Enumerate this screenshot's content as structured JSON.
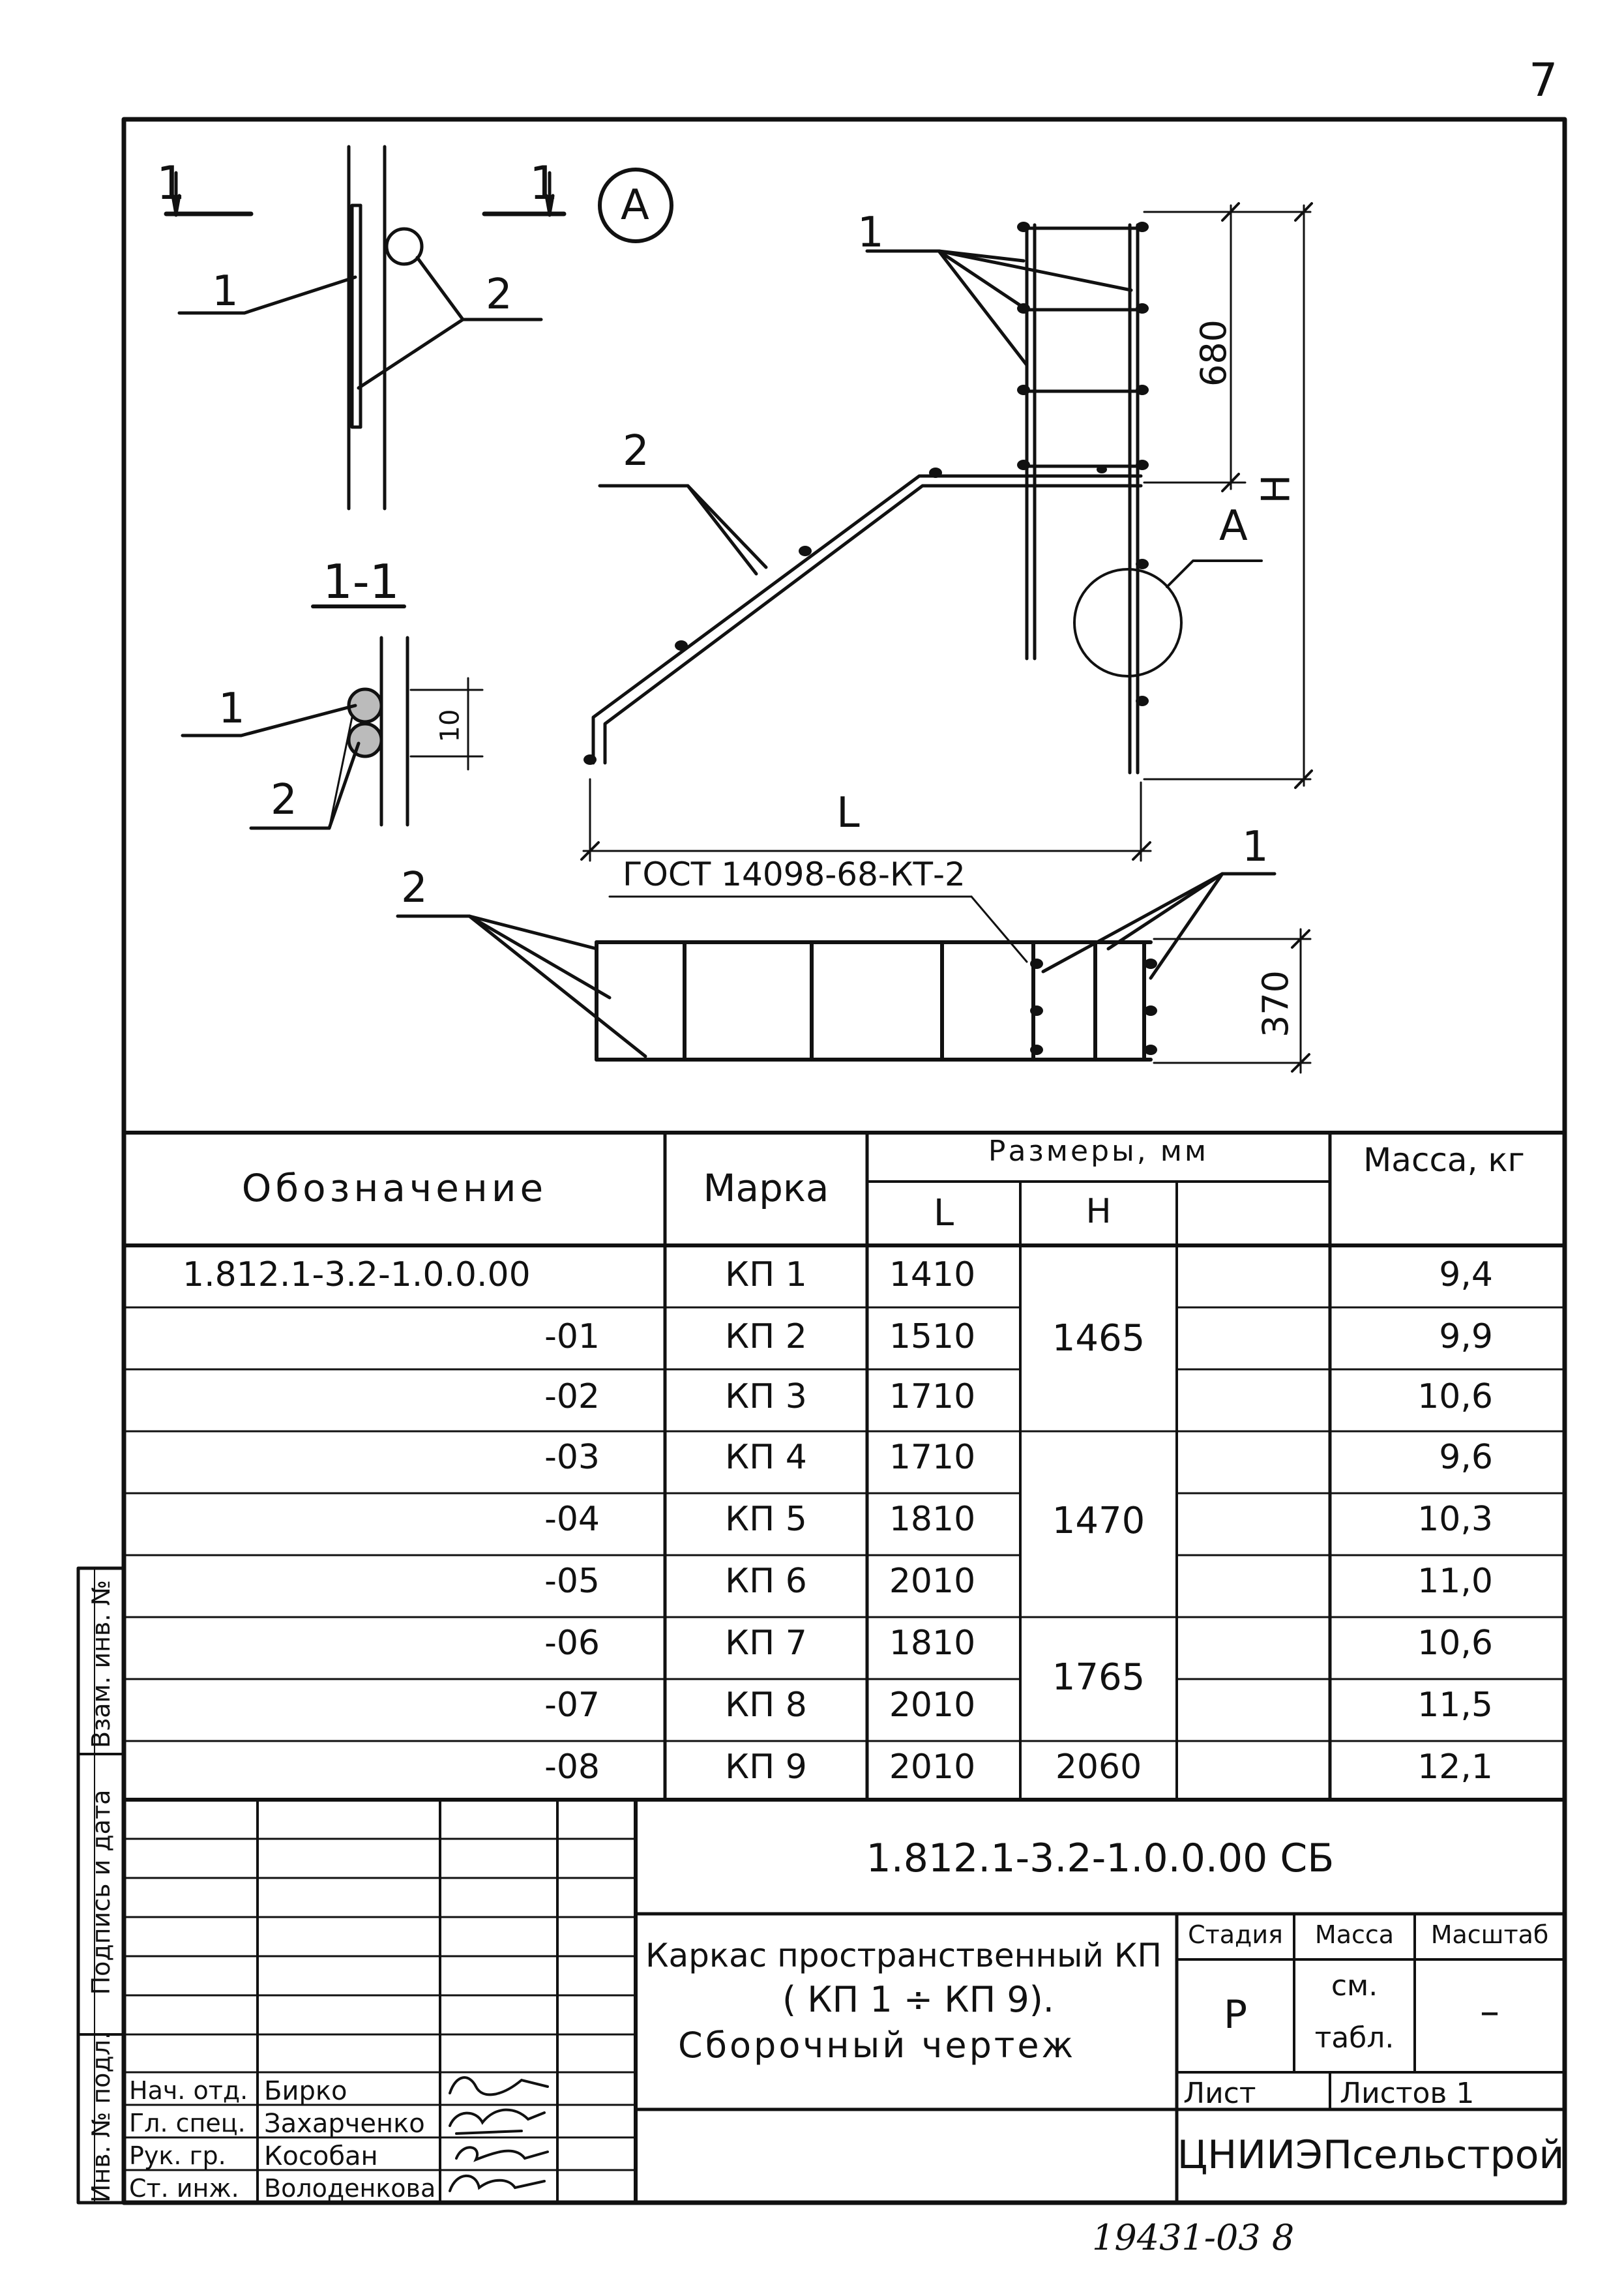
{
  "page_number": "7",
  "drawing": {
    "section_mark_left": "1",
    "section_mark_right": "1",
    "detail_circle": "A",
    "detail_leader": "А",
    "section_title": "1-1",
    "callout_1": "1",
    "callout_2": "2",
    "dim_10": "10",
    "dim_680": "680",
    "dim_H": "H",
    "dim_L": "L",
    "dim_370": "370",
    "gost_note": "ГОСТ 14098-68-КТ-2"
  },
  "table": {
    "header_designation": "Обозначение",
    "header_mark": "Марка",
    "header_sizes": "Размеры, мм",
    "header_L": "L",
    "header_H": "H",
    "header_mass": "Масса, кг",
    "rows": [
      {
        "designation": "1.812.1-3.2-1.0.0.00",
        "mark": "КП 1",
        "L": "1410",
        "mass": "9,4"
      },
      {
        "designation": "-01",
        "mark": "КП 2",
        "L": "1510",
        "mass": "9,9"
      },
      {
        "designation": "-02",
        "mark": "КП 3",
        "L": "1710",
        "mass": "10,6"
      },
      {
        "designation": "-03",
        "mark": "КП 4",
        "L": "1710",
        "mass": "9,6"
      },
      {
        "designation": "-04",
        "mark": "КП 5",
        "L": "1810",
        "mass": "10,3"
      },
      {
        "designation": "-05",
        "mark": "КП 6",
        "L": "2010",
        "mass": "11,0"
      },
      {
        "designation": "-06",
        "mark": "КП 7",
        "L": "1810",
        "mass": "10,6"
      },
      {
        "designation": "-07",
        "mark": "КП 8",
        "L": "2010",
        "mass": "11,5"
      },
      {
        "designation": "-08",
        "mark": "КП 9",
        "L": "2010",
        "mass": "12,1"
      }
    ],
    "h_groups": [
      "1465",
      "1470",
      "1765",
      "2060"
    ]
  },
  "title_block": {
    "doc_code": "1.812.1-3.2-1.0.0.00 СБ",
    "name_line1": "Каркас пространственный КП",
    "name_line2": "( КП 1 ÷ КП 9).",
    "name_line3": "Сборочный чертеж",
    "stage_label": "Стадия",
    "mass_label": "Масса",
    "scale_label": "Масштаб",
    "stage_value": "Р",
    "mass_value_1": "см.",
    "mass_value_2": "табл.",
    "scale_value": "–",
    "sheet_label": "Лист",
    "sheets_label": "Листов 1",
    "org": "ЦНИИЭПсельстрой",
    "staff": [
      {
        "role": "Нач. отд.",
        "name": "Бирко"
      },
      {
        "role": "Гл. спец.",
        "name": "Захарченко"
      },
      {
        "role": "Рук. гр.",
        "name": "Кособан"
      },
      {
        "role": "Ст. инж.",
        "name": "Володенкова"
      }
    ]
  },
  "side_stamp": {
    "cell_1": "Взам. инв. №",
    "cell_2": "Подпись и дата",
    "cell_3": "Инв. № подл."
  },
  "footer_handwritten": "19431-03   8"
}
